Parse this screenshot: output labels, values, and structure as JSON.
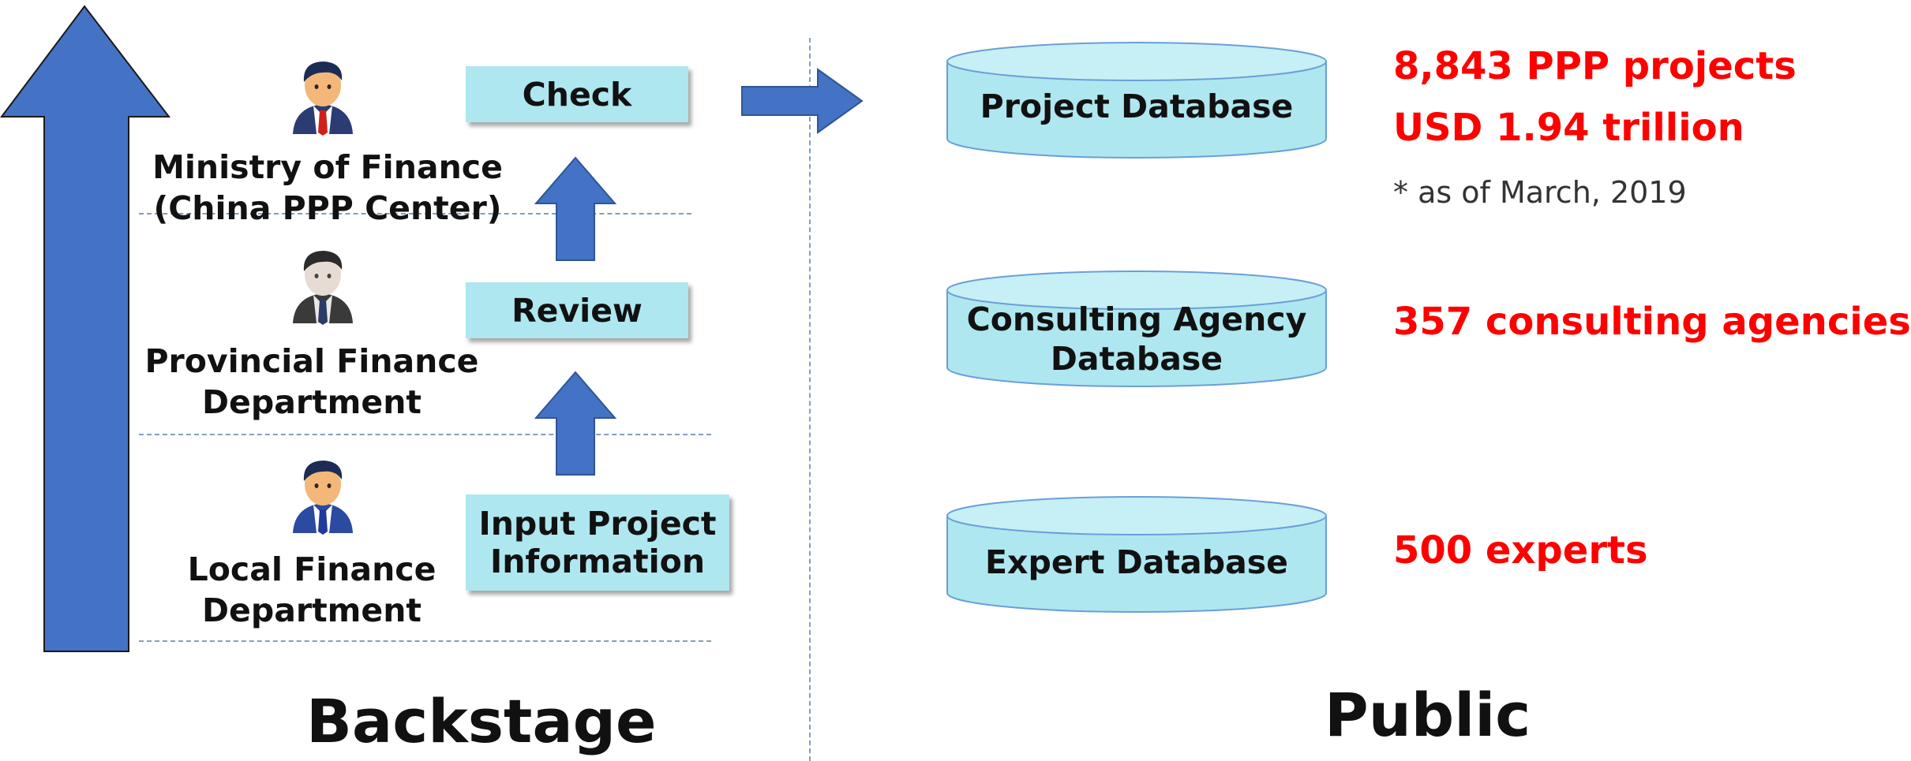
{
  "backstage": {
    "title": "Backstage",
    "roles": [
      {
        "line1": "Ministry of Finance",
        "line2": "(China PPP Center)",
        "icon": "official-red-tie-icon"
      },
      {
        "line1": "Provincial Finance",
        "line2": "Department",
        "icon": "official-gray-icon"
      },
      {
        "line1": "Local Finance",
        "line2": "Department",
        "icon": "official-blue-tie-icon"
      }
    ],
    "steps": [
      {
        "line1": "Check",
        "line2": ""
      },
      {
        "line1": "Review",
        "line2": ""
      },
      {
        "line1": "Input Project",
        "line2": "Information"
      }
    ]
  },
  "public": {
    "title": "Public",
    "databases": [
      {
        "line1": "Project Database",
        "line2": ""
      },
      {
        "line1": "Consulting Agency",
        "line2": "Database"
      },
      {
        "line1": "Expert Database",
        "line2": ""
      }
    ],
    "stats": {
      "projects": "8,843 PPP projects",
      "investment": "USD 1.94 trillion",
      "note": "* as of March, 2019",
      "agencies": "357 consulting agencies",
      "experts": "500 experts"
    }
  },
  "colors": {
    "arrow_blue": "#4472c4",
    "box_cyan": "#aee7ef",
    "stat_red": "#ff0000"
  }
}
